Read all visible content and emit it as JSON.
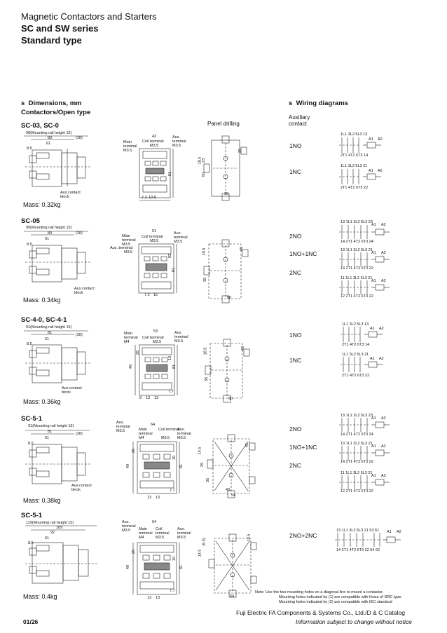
{
  "header": {
    "line1": "Magnetic Contactors and Starters",
    "line2": "SC and SW series",
    "line3": "Standard type"
  },
  "left_section": {
    "bullet": "s",
    "title": "Dimensions, mm",
    "subtitle": "Contactors/Open type",
    "panel_drilling": "Panel drilling"
  },
  "right_section": {
    "bullet": "s",
    "title": "Wiring diagrams",
    "auxiliary": [
      "Auxiliary",
      "contact"
    ]
  },
  "models": [
    {
      "name": "SC-03, SC-0",
      "mass": "Mass: 0.32kg",
      "rail": "90(Mounting rail height 15)",
      "dims": [
        "80",
        "(28)",
        "61",
        "8.5"
      ],
      "front": {
        "width": "43",
        "coil": "Coil terminal",
        "coil_size": "M3.5",
        "main": [
          "Main",
          "terminal",
          "M3.5"
        ],
        "aux": [
          "Aux.",
          "terminal",
          "M3.5"
        ],
        "bottom": [
          "7.2",
          "10.9"
        ],
        "side": [
          "61"
        ]
      },
      "panel": {
        "dims": [
          "18.5",
          "23",
          "35",
          "60",
          "35"
        ]
      },
      "aux_block": [
        "Aux.contact",
        "block"
      ],
      "wiring": [
        {
          "label": "1NO",
          "terms": "1L1 3L2 5L3 13",
          "bottom": "2T1 4T2 6T3 14"
        },
        {
          "label": "1NC",
          "terms": "1L1 3L2 5L3 21",
          "bottom": "2T1 4T2 6T3 22"
        }
      ]
    },
    {
      "name": "SC-05",
      "mass": "Mass: 0.34kg",
      "rail": "90(Mounting rail height 15)",
      "dims": [
        "80",
        "(28)",
        "61",
        "8.5"
      ],
      "front": {
        "width": "51",
        "coil": "Coil terminal",
        "coil_size": "M3.5",
        "main": [
          "Main",
          "terminal",
          "M3.5"
        ],
        "aux": [
          "Aux.",
          "terminal",
          "M3.5"
        ],
        "aux2": [
          "Aux. terminal",
          "M3.5"
        ],
        "bottom": [
          "7.2",
          "15"
        ],
        "side": [
          "81",
          "82"
        ]
      },
      "panel": {
        "dims": [
          "18.5",
          "45",
          "35",
          "60"
        ]
      },
      "aux_block": [
        "Aux.contact",
        "block"
      ],
      "wiring": [
        {
          "label": "2NO",
          "terms": "13 1L1 3L2 5L3 23",
          "bottom": "14 2T1 4T2 6T3 24"
        },
        {
          "label": "1NO+1NC",
          "terms": "13 1L1 3L2 5L3 21",
          "bottom": "14 2T1 4T2 6T3 22"
        },
        {
          "label": "2NC",
          "terms": "11 1L1 3L2 5L3 21",
          "bottom": "12 2T1 4T2 6T3 22"
        }
      ]
    },
    {
      "name": "SC-4-0, SC-4-1",
      "mass": "Mass: 0.36kg",
      "rail": "91(Mounting rail height 15)",
      "dims": [
        "81",
        "(28)",
        "61",
        "8.5"
      ],
      "front": {
        "width": "53",
        "coil": "Coil terminal",
        "coil_size": "M3.5",
        "main": [
          "Main",
          "terminal",
          "M4"
        ],
        "aux": [
          "Aux.",
          "terminal",
          "M3.5"
        ],
        "bottom": [
          "8",
          "13",
          "13",
          "7.7"
        ],
        "side": [
          "49",
          "26",
          "10",
          "81"
        ]
      },
      "panel": {
        "dims": [
          "18.5",
          "45",
          "35",
          "60"
        ]
      },
      "aux_block": [
        "Aux.contact",
        "block"
      ],
      "wiring": [
        {
          "label": "1NO",
          "terms": "1L1 3L2 5L3 13",
          "bottom": "2T1 4T2 6T3 14"
        },
        {
          "label": "1NC",
          "terms": "1L1 3L2 5L3 21",
          "bottom": "2T1 4T2 6T3 22"
        }
      ]
    },
    {
      "name": "SC-5-1",
      "mass": "Mass: 0.38kg",
      "rail": "91(Mounting rail height 15)",
      "dims": [
        "81",
        "(28)",
        "61",
        "8.5"
      ],
      "front": {
        "width": "64",
        "coil": "Coil terminal",
        "coil_size": "M3.5",
        "main": [
          "Main",
          "terminal",
          "M4"
        ],
        "aux": [
          "Aux.",
          "terminal",
          "M3.5"
        ],
        "aux2": [
          "Aux.",
          "terminal",
          "M3.5"
        ],
        "bottom": [
          "13",
          "13",
          "7.7"
        ],
        "side": [
          "49",
          "26",
          "10",
          "81"
        ]
      },
      "panel": {
        "dims": [
          "14.5",
          "29",
          "45",
          "35",
          "54",
          "43"
        ]
      },
      "aux_block": [
        "Aux.contact",
        "block"
      ],
      "wiring": [
        {
          "label": "2NO",
          "terms": "13 1L1 3L2 5L3 23",
          "bottom": "14 2T1 4T2 6T3 24"
        },
        {
          "label": "1NO+1NC",
          "terms": "13 1L1 3L2 5L3 21",
          "bottom": "14 2T1 4T2 6T3 22"
        },
        {
          "label": "2NC",
          "terms": "11 1L1 3L2 5L3 21",
          "bottom": "12 2T1 4T2 6T3 22"
        }
      ]
    },
    {
      "name": "SC-5-1",
      "mass": "Mass: 0.4kg",
      "rail": "119(Mounting rail height 15)",
      "dims": [
        "109",
        "92",
        "61",
        "8.5"
      ],
      "front": {
        "width": "64",
        "coil": "Coil",
        "coil2": "terminal",
        "coil_size": "M3.5",
        "main": [
          "Main",
          "terminal",
          "M4"
        ],
        "aux": [
          "Aux.",
          "terminal",
          "M3.5"
        ],
        "aux2": [
          "Aux.",
          "terminal",
          "M3.5"
        ],
        "bottom": [
          "13",
          "13",
          "7.7"
        ],
        "side": [
          "49",
          "26",
          "10",
          "81"
        ]
      },
      "panel": {
        "dims": [
          "14.5",
          "(6.5)",
          "14.5",
          "54"
        ]
      },
      "aux_block": [],
      "wiring": [
        {
          "label": "2NO+2NC",
          "terms": "13 1L1 3L2 5L3 21  53 61",
          "bottom": "14 2T1 4T2 6T3 22  54 62"
        }
      ]
    }
  ],
  "note": [
    "Note: Use the two mounting holes on a diagonal line to mount a contactor.",
    "Mounting holes indicated by (1) are compatible with those of SRC type.",
    "Mounting holes indicated by (2) are compatible with IEC standard"
  ],
  "footer": {
    "page": "01/26",
    "company": "Fuji Electric FA Components & Systems Co., Ltd./D & C Catalog",
    "disclaimer": "Information subject to change without notice"
  },
  "coil_labels": [
    "A1",
    "A2"
  ]
}
